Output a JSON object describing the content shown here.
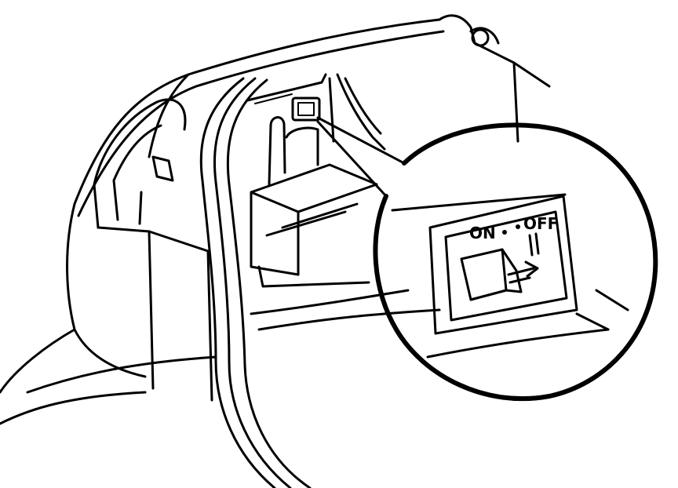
{
  "diagram": {
    "subject": "trunk-main-switch",
    "switch_labels": {
      "on": "ON",
      "off": "OFF"
    },
    "colors": {
      "ink": "#000000",
      "paper": "#ffffff"
    }
  }
}
